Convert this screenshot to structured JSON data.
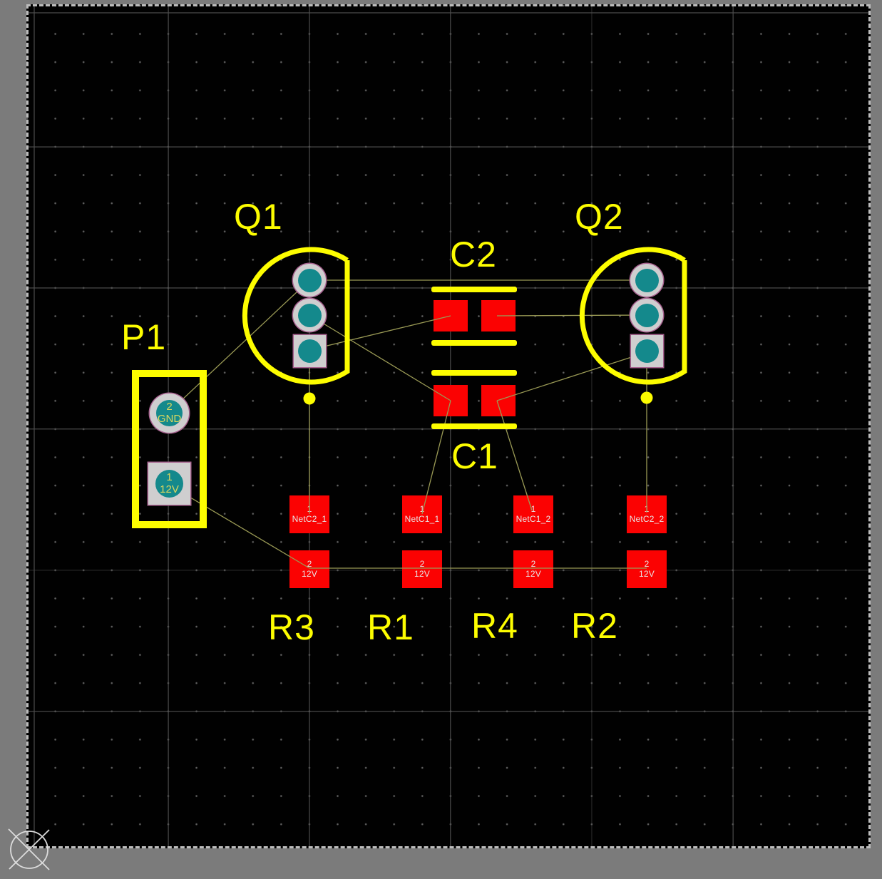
{
  "editor": {
    "view": "pcb-layout-canvas",
    "colors": {
      "board_background": "#010101",
      "workspace_frame": "#7b7b7b",
      "silkscreen_yellow": "#fdfd00",
      "smd_pad_red": "#fb0202",
      "th_pad_ring": "#cfcecf",
      "drill_teal": "#14898c",
      "ratsnest_olive": "#9a9a55",
      "grid_line": "#4e4e4e",
      "board_outline_dash": "#bdbdbd"
    }
  },
  "components": {
    "p1": {
      "ref": "P1",
      "pads": {
        "p2": {
          "num": "2",
          "net": "GND"
        },
        "p1": {
          "num": "1",
          "net": "12V"
        }
      }
    },
    "q1": {
      "ref": "Q1"
    },
    "q2": {
      "ref": "Q2"
    },
    "c1": {
      "ref": "C1"
    },
    "c2": {
      "ref": "C2"
    },
    "r1": {
      "ref": "R1",
      "pads": {
        "p1": {
          "num": "1",
          "net": "NetC1_1"
        },
        "p2": {
          "num": "2",
          "net": "12V"
        }
      }
    },
    "r2": {
      "ref": "R2",
      "pads": {
        "p1": {
          "num": "1",
          "net": "NetC2_2"
        },
        "p2": {
          "num": "2",
          "net": "12V"
        }
      }
    },
    "r3": {
      "ref": "R3",
      "pads": {
        "p1": {
          "num": "1",
          "net": "NetC2_1"
        },
        "p2": {
          "num": "2",
          "net": "12V"
        }
      }
    },
    "r4": {
      "ref": "R4",
      "pads": {
        "p1": {
          "num": "1",
          "net": "NetC1_2"
        },
        "p2": {
          "num": "2",
          "net": "12V"
        }
      }
    }
  }
}
